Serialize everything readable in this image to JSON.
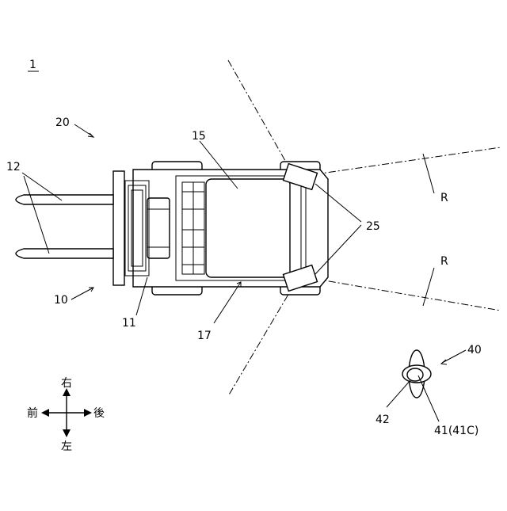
{
  "figure": {
    "number": "1",
    "labels": {
      "ref_20": "20",
      "ref_12": "12",
      "ref_10": "10",
      "ref_11": "11",
      "ref_15": "15",
      "ref_17": "17",
      "ref_25": "25",
      "ref_r_top": "R",
      "ref_r_bottom": "R",
      "ref_40": "40",
      "ref_42": "42",
      "ref_41": "41(41C)"
    },
    "compass": {
      "right": "右",
      "left": "左",
      "front": "前",
      "back": "後"
    }
  }
}
